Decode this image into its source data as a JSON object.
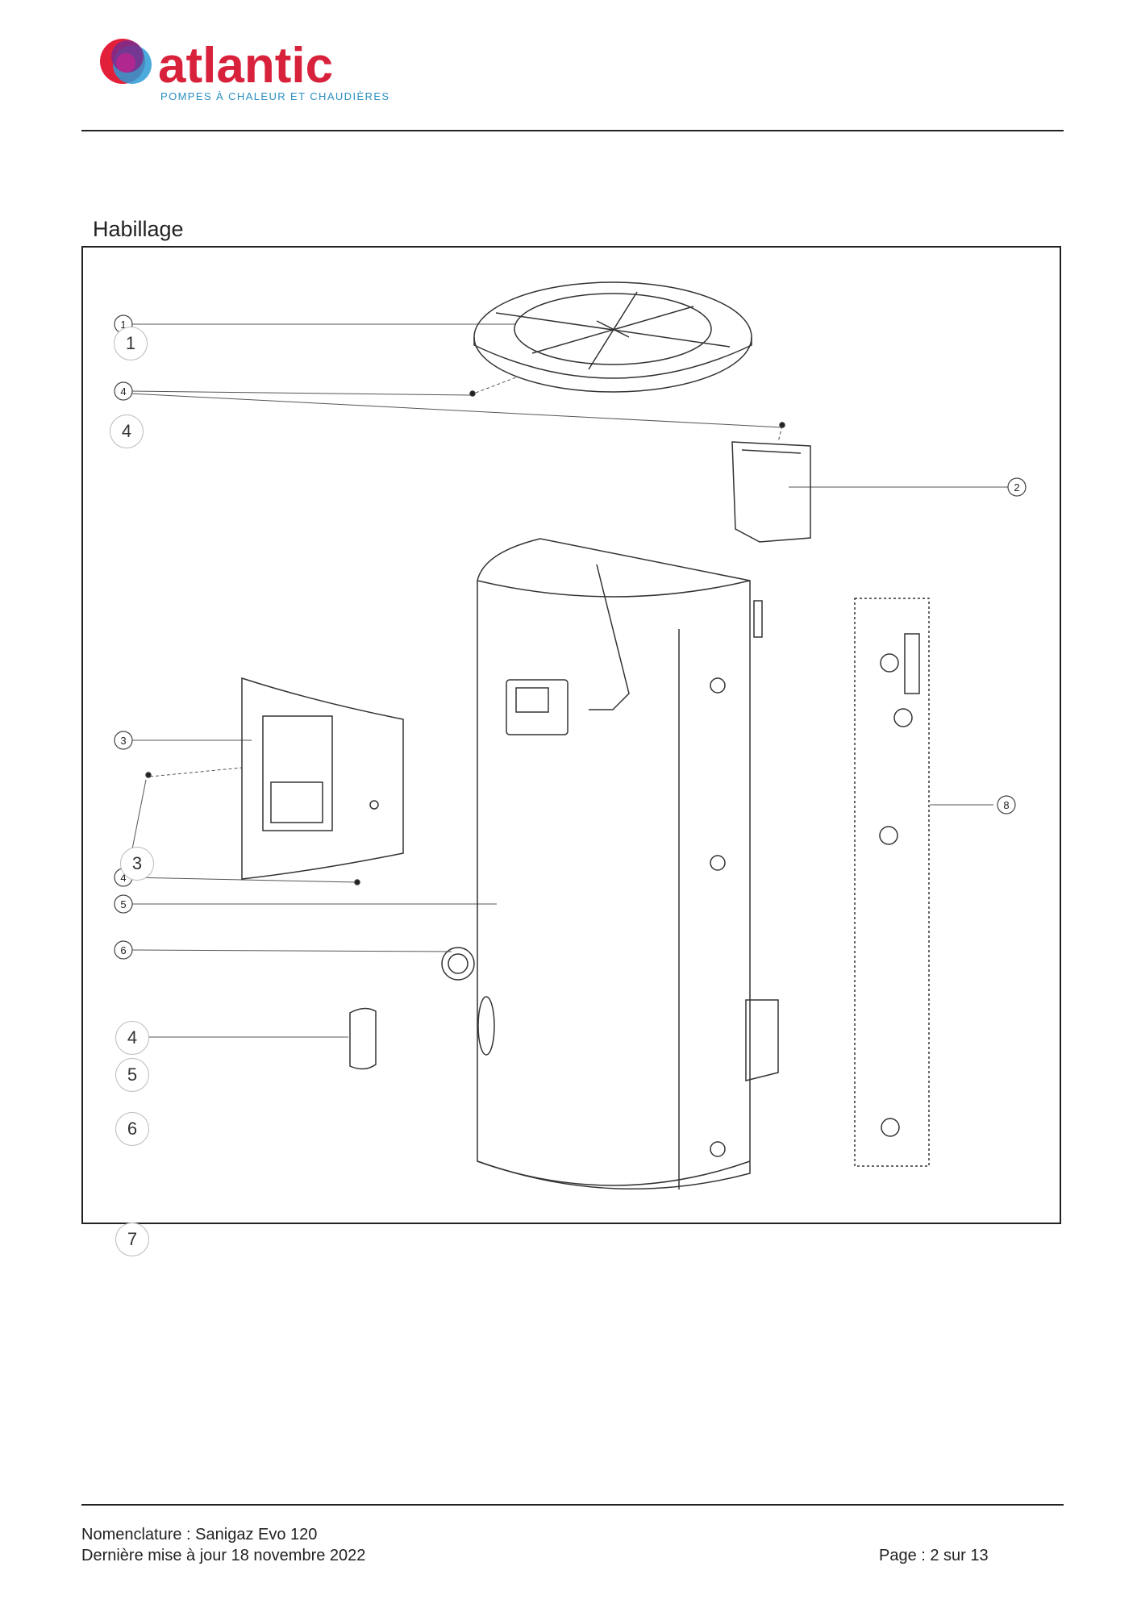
{
  "header": {
    "brand_name": "atlantic",
    "brand_tagline": "POMPES À CHALEUR ET CHAUDIÈRES",
    "brand_colors": {
      "wordmark": "#d8213a",
      "tagline": "#2a8fc0",
      "logo_red": "#e3203a",
      "logo_purple": "#7b2a8c",
      "logo_blue": "#2e9bd6"
    }
  },
  "section": {
    "title": "Habillage"
  },
  "drawing": {
    "small_callouts": [
      "1",
      "4",
      "2",
      "3",
      "4",
      "5",
      "6",
      "8"
    ],
    "parts_list": [
      "1",
      "4",
      "3",
      "4",
      "5",
      "6",
      "7"
    ]
  },
  "footer": {
    "line1": "Nomenclature : Sanigaz Evo 120",
    "line2": "Dernière mise à jour 18 novembre 2022",
    "page": "Page : 2 sur 13"
  }
}
